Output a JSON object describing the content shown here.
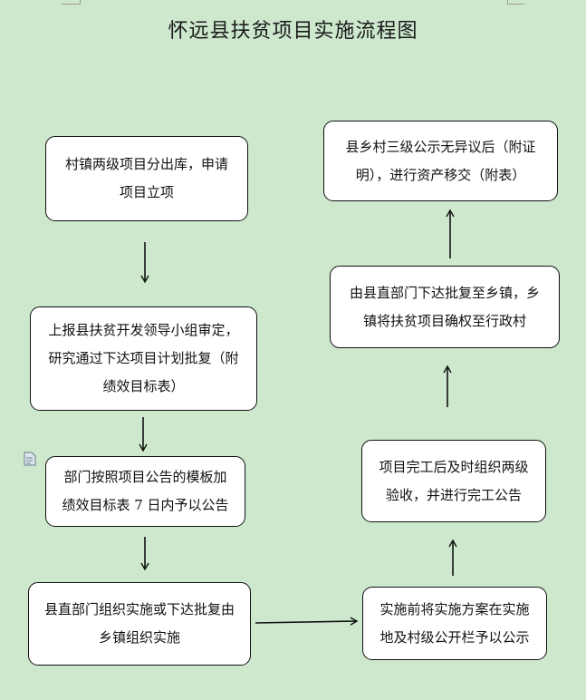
{
  "title": "怀远县扶贫项目实施流程图",
  "boxes": {
    "b1": "村镇两级项目分出库，申请项目立项",
    "b2": "上报县扶贫开发领导小组审定，研究通过下达项目计划批复（附绩效目标表）",
    "b3": "部门按照项目公告的模板加绩效目标表 7 日内予以公告",
    "b4": "县直部门组织实施或下达批复由乡镇组织实施",
    "b5": "实施前将实施方案在实施地及村级公开栏予以公示",
    "b6": "项目完工后及时组织两级验收，并进行完工公告",
    "b7": "由县直部门下达批复至乡镇，乡镇将扶贫项目确权至行政村",
    "b8": "县乡村三级公示无异议后（附证明），进行资产移交（附表）"
  },
  "icons": {
    "side_icon": "document-icon"
  }
}
